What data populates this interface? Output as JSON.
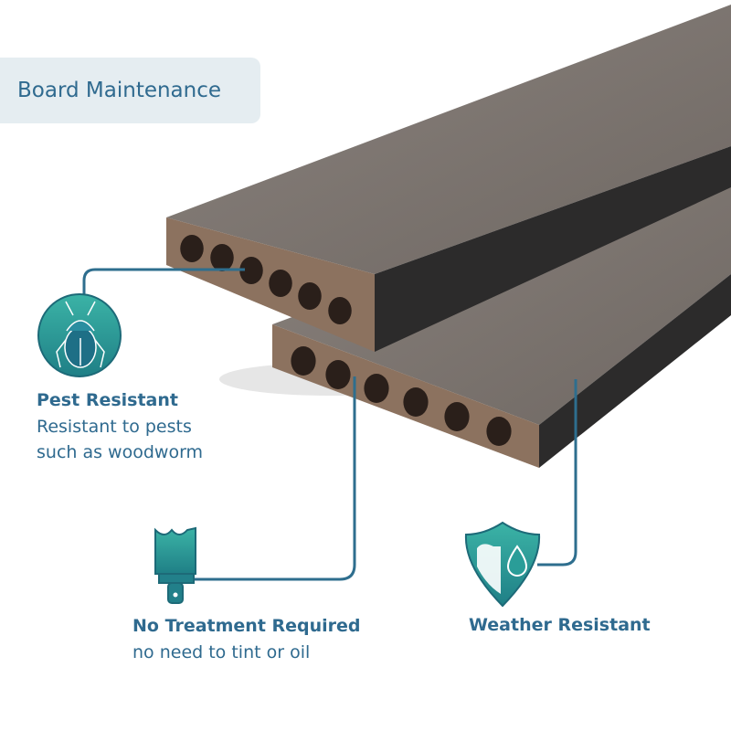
{
  "header": {
    "title": "Board Maintenance"
  },
  "features": [
    {
      "title": "Pest Resistant",
      "description_lines": [
        "Resistant to pests",
        "such as woodworm"
      ],
      "icon": "beetle-icon"
    },
    {
      "title": "No Treatment Required",
      "description_lines": [
        "no need to tint or oil"
      ],
      "icon": "paintbrush-icon"
    },
    {
      "title": "Weather Resistant",
      "icon": "weather-shield-icon"
    }
  ],
  "colors": {
    "accent": "#2f6a8f",
    "icon_teal": "#2a9d98",
    "board": "#7d7570",
    "board_end": "#8a6f5c"
  }
}
